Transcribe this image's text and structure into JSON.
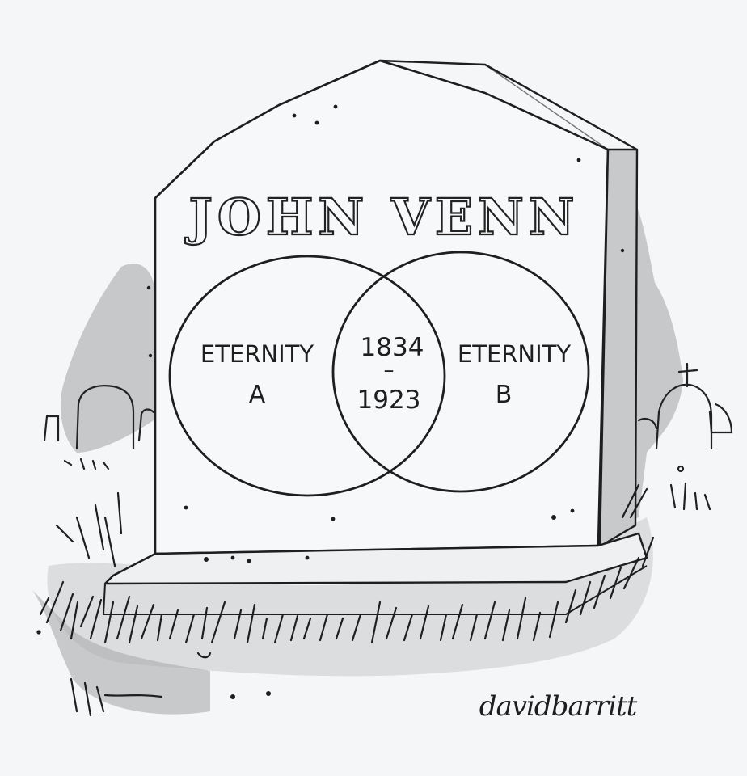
{
  "cartoon": {
    "headstone_name": "JOHN VENN",
    "venn": {
      "left_label_line1": "ETERNITY",
      "left_label_line2": "A",
      "right_label_line1": "ETERNITY",
      "right_label_line2": "B",
      "center_line1": "1834",
      "center_dash": "–",
      "center_line2": "1923"
    },
    "signature": "davidbarritt"
  },
  "colors": {
    "paper": "#f5f6f7",
    "ink": "#1e1e1e",
    "wash": "#9a9d9f"
  }
}
